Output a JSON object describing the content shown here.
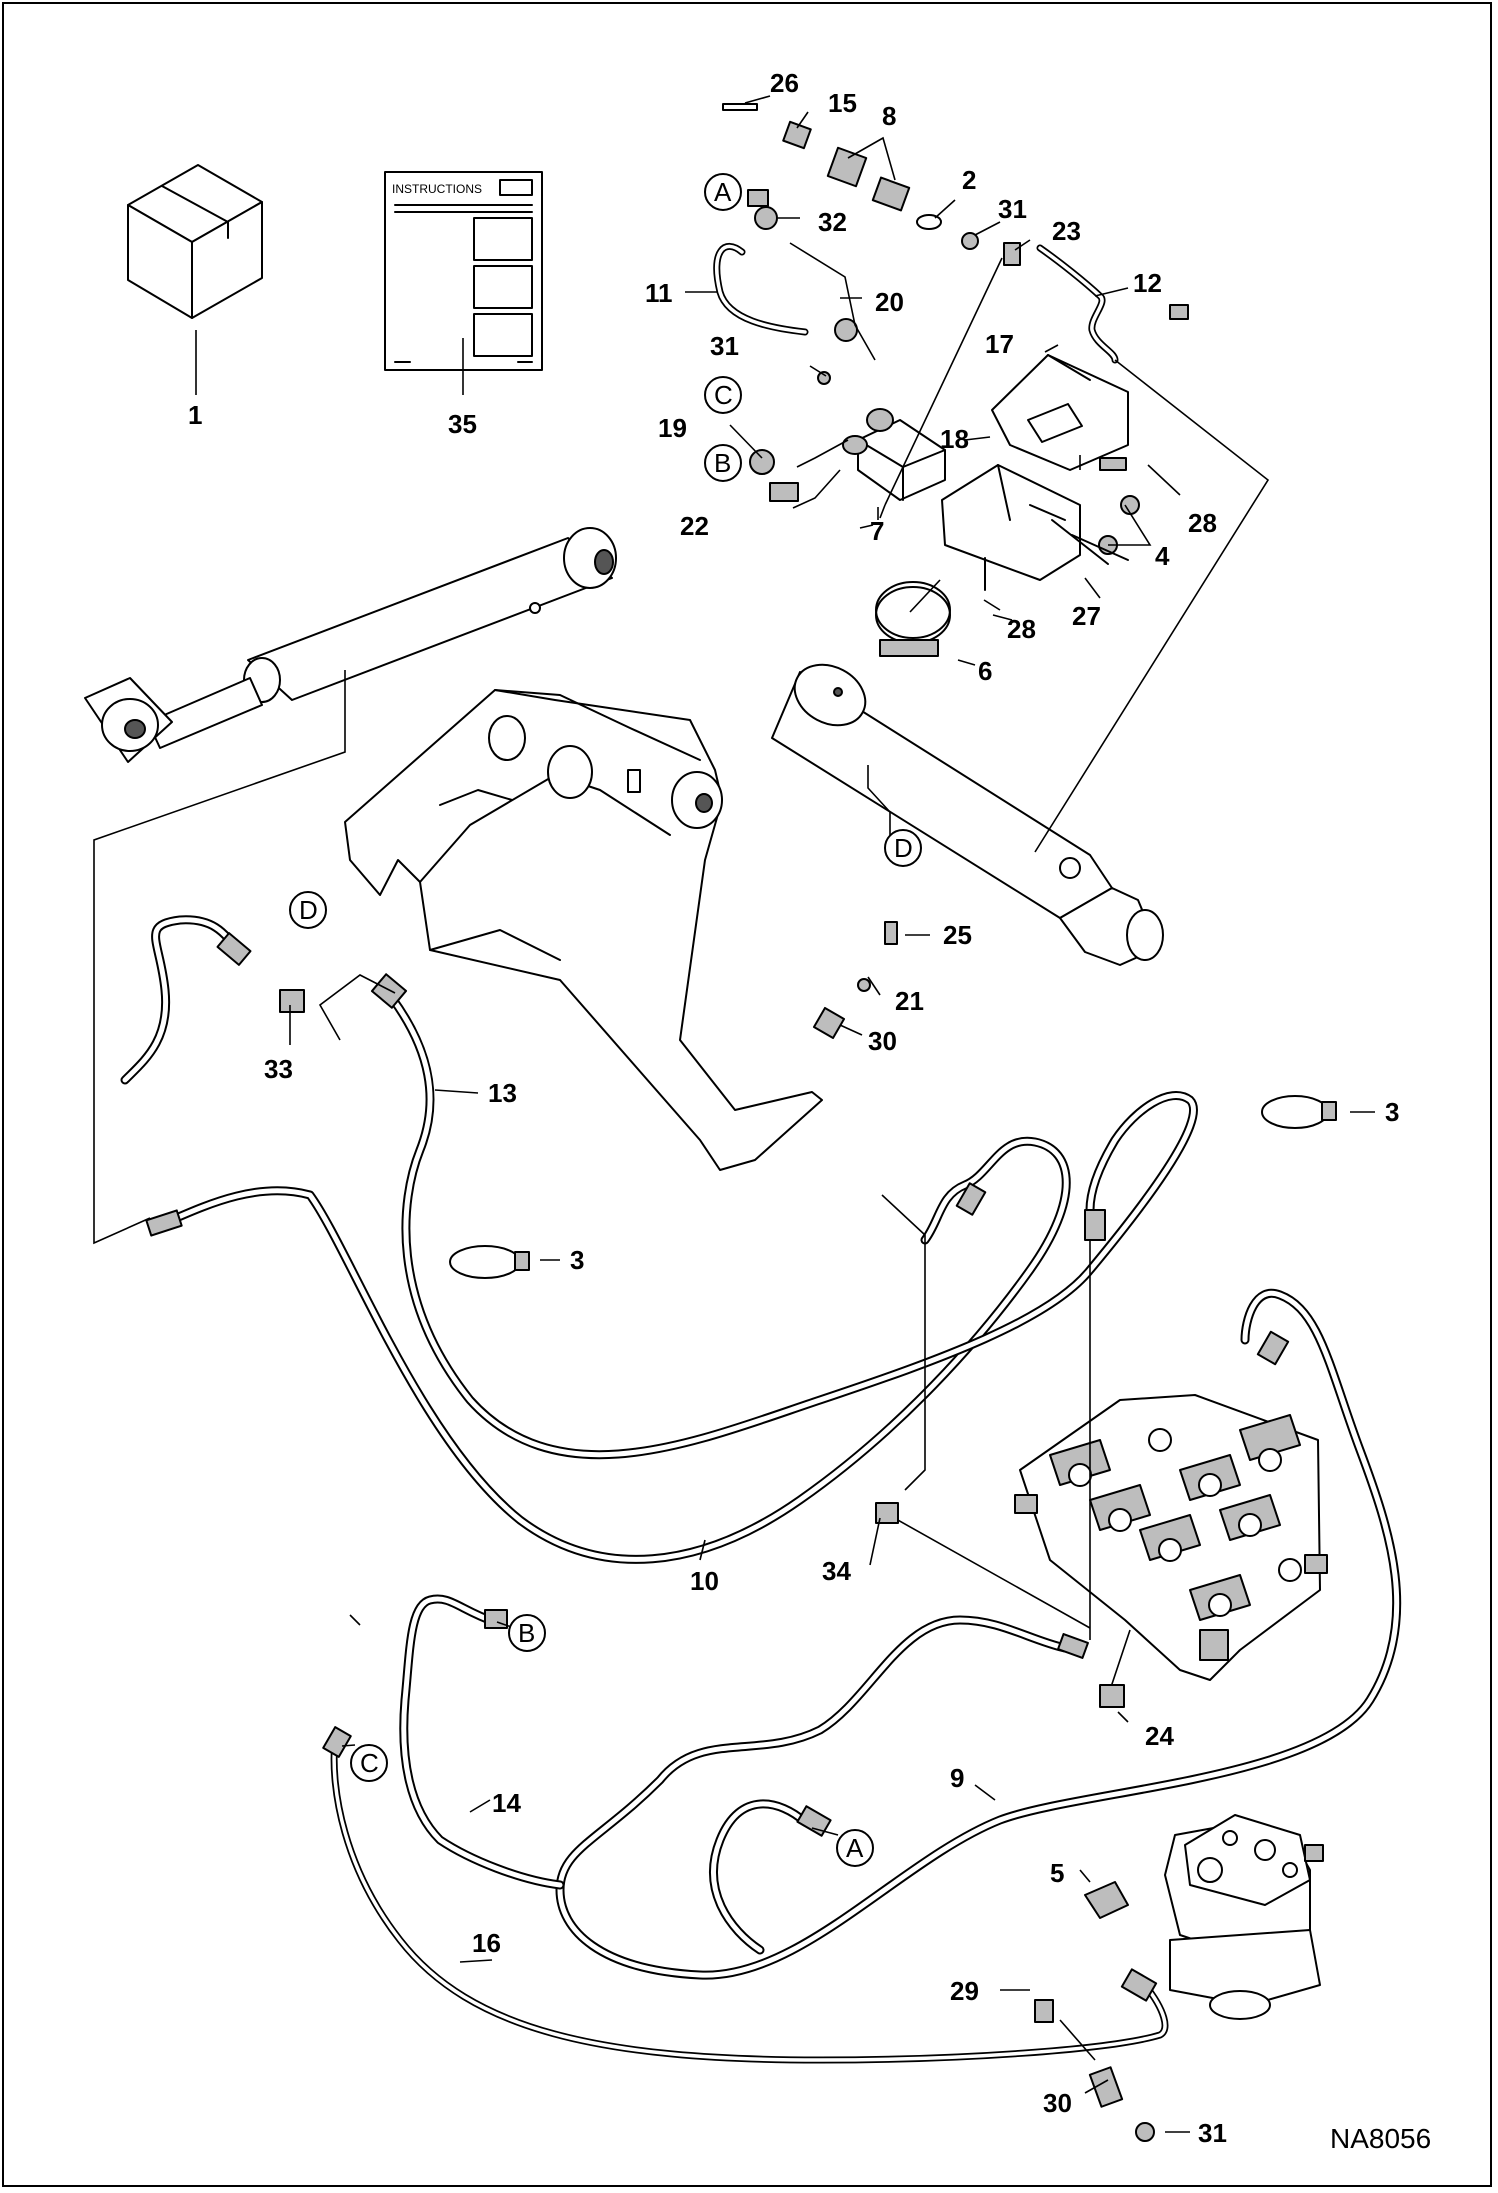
{
  "diagram": {
    "drawing_id": "NA8056",
    "instruction_sheet_label": "INSTRUCTIONS",
    "callouts": [
      "1",
      "2",
      "3",
      "3",
      "4",
      "5",
      "6",
      "7",
      "8",
      "9",
      "10",
      "11",
      "12",
      "13",
      "14",
      "15",
      "16",
      "17",
      "18",
      "19",
      "20",
      "21",
      "22",
      "23",
      "24",
      "25",
      "26",
      "27",
      "28",
      "28",
      "29",
      "30",
      "30",
      "31",
      "31",
      "31",
      "32",
      "33",
      "34",
      "35"
    ],
    "connection_letters": [
      "A",
      "A",
      "B",
      "B",
      "C",
      "C",
      "D",
      "D"
    ]
  }
}
